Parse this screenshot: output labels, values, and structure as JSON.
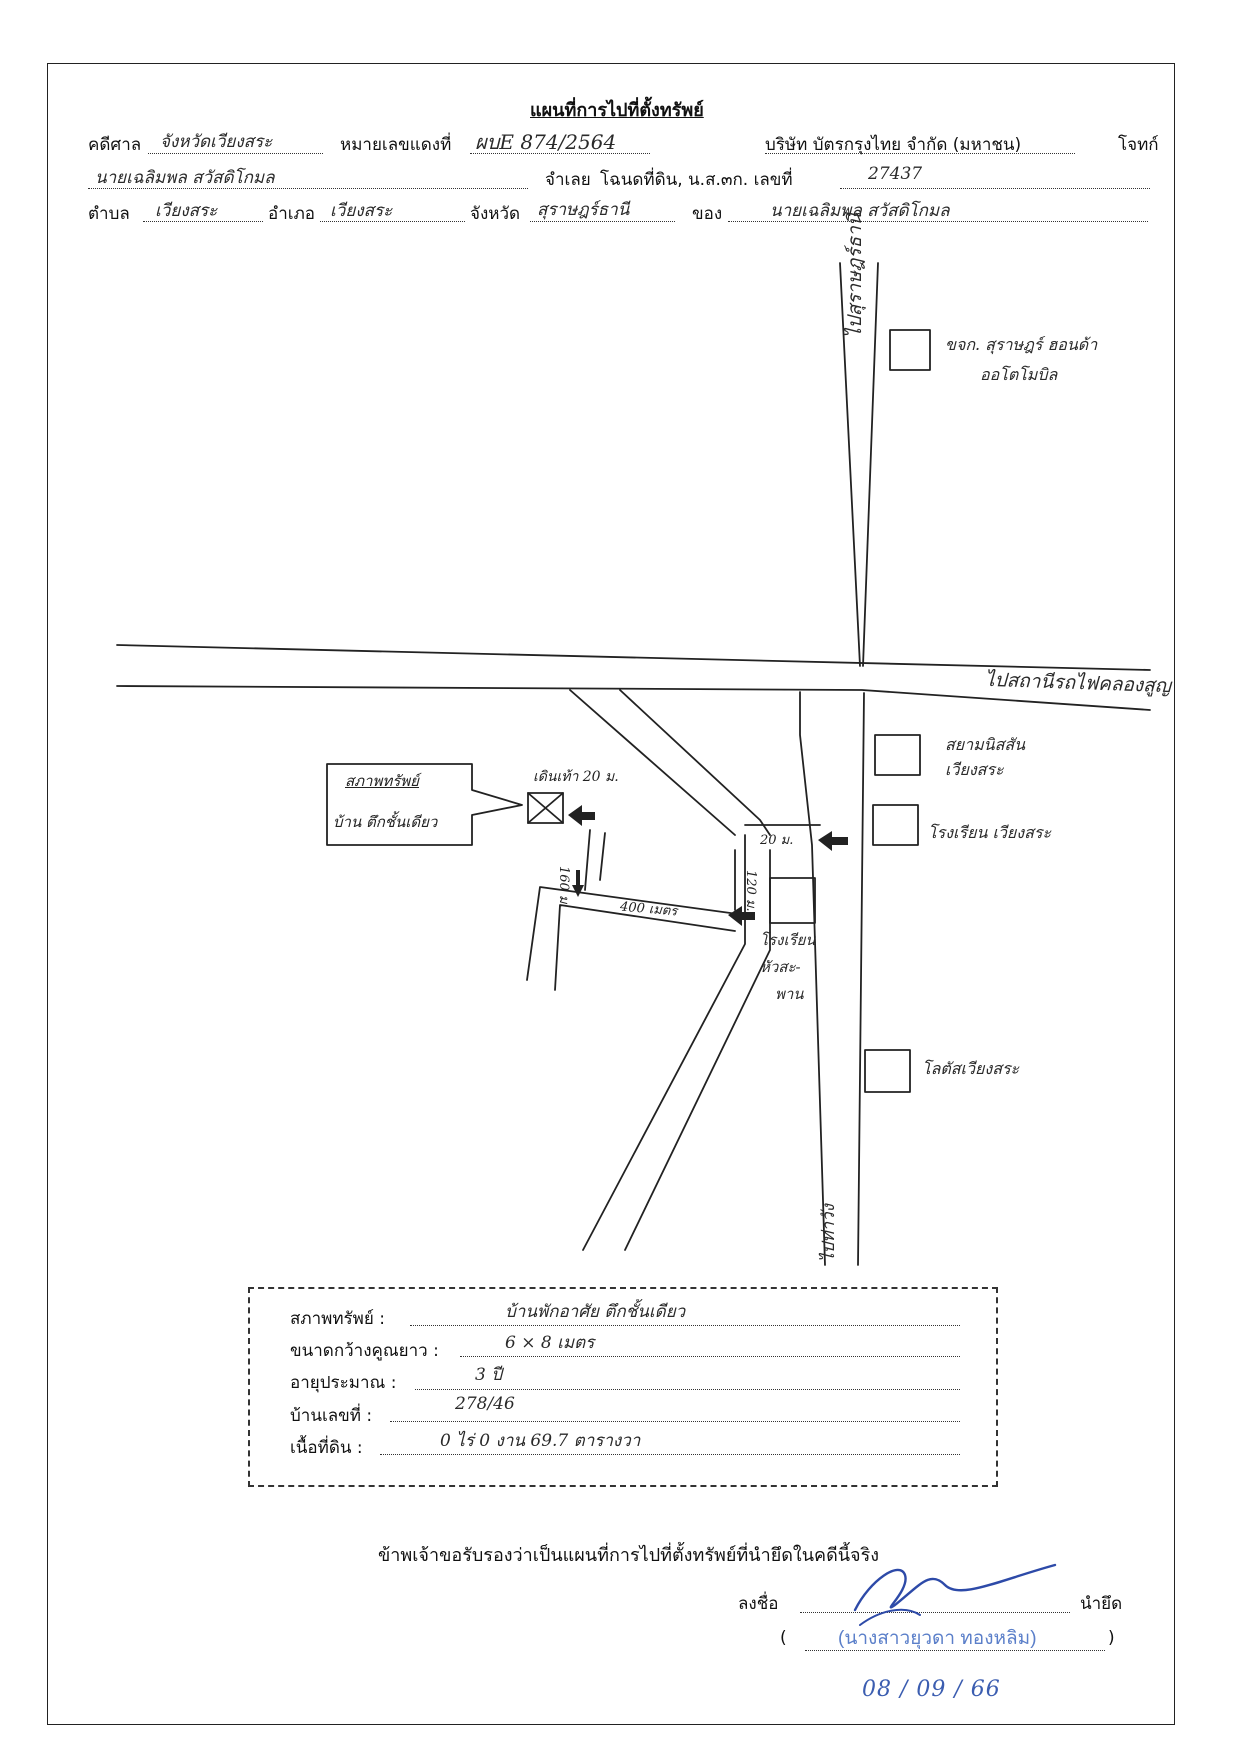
{
  "header": {
    "title": "แผนที่การไปที่ตั้งทรัพย์",
    "court_label": "คดีศาล",
    "court_value": "จังหวัดเวียงสระ",
    "case_no_label": "หมายเลขแดงที่",
    "case_no_value": "ผบE 874/2564",
    "plaintiff_value": "บริษัท บัตรกรุงไทย จำกัด (มหาชน)",
    "plaintiff_label": "โจทก์",
    "defendant_value": "นายเฉลิมพล สวัสดิโกมล",
    "defendant_label": "จำเลย",
    "deed_label": "โฉนดที่ดิน, น.ส.๓ก. เลขที่",
    "deed_value": "27437",
    "subdistrict_label": "ตำบล",
    "subdistrict_value": "เวียงสระ",
    "district_label": "อำเภอ",
    "district_value": "เวียงสระ",
    "province_label": "จังหวัด",
    "province_value": "สุราษฎร์ธานี",
    "owner_label": "ของ",
    "owner_value": "นายเฉลิมพล สวัสดิโกมล"
  },
  "map": {
    "road_north": "ไปสุราษฎร์ธานี",
    "road_east": "ไปสถานีรถไฟคลองสูญ",
    "road_south": "ไปท่าวัง",
    "landmark_dealer": "ขจก. สุราษฎร์ ฮอนด้า",
    "landmark_dealer_2": "ออโตโมบิล",
    "landmark_siam": "สยามนิสสัน",
    "landmark_siam_2": "เวียงสระ",
    "landmark_school": "โรงเรียน เวียงสระ",
    "landmark_school2": "โรงเรียน",
    "landmark_school2_2": "หัวสะ-",
    "landmark_school2_3": "พาน",
    "landmark_lotus": "โลตัสเวียงสระ",
    "callout_title": "สภาพทรัพย์",
    "callout_body": "บ้าน ตึกชั้นเดียว",
    "walk_note": "เดินเท้า 20 ม.",
    "dist_160": "160 ม.",
    "dist_400": "400 เมตร",
    "dist_120": "120 ม.",
    "dist_20": "20 ม."
  },
  "details": {
    "condition_label": "สภาพทรัพย์ :",
    "condition_value": "บ้านพักอาศัย ตึกชั้นเดียว",
    "size_label": "ขนาดกว้างคูณยาว :",
    "size_value": "6 × 8 เมตร",
    "age_label": "อายุประมาณ :",
    "age_value": "3 ปี",
    "house_no_label": "บ้านเลขที่ :",
    "house_no_value": "278/46",
    "land_label": "เนื้อที่ดิน :",
    "land_value": "0 ไร่ 0 งาน 69.7 ตารางวา"
  },
  "certification": {
    "statement": "ข้าพเจ้าขอรับรองว่าเป็นแผนที่การไปที่ตั้งทรัพย์ที่นำยึดในคดีนี้จริง",
    "sign_label": "ลงชื่อ",
    "role_label": "นำยึด",
    "open_paren": "(",
    "close_paren": ")",
    "name_stamp": "(นางสาวยุวดา ทองหลิม)",
    "date": "08 / 09 / 66"
  }
}
